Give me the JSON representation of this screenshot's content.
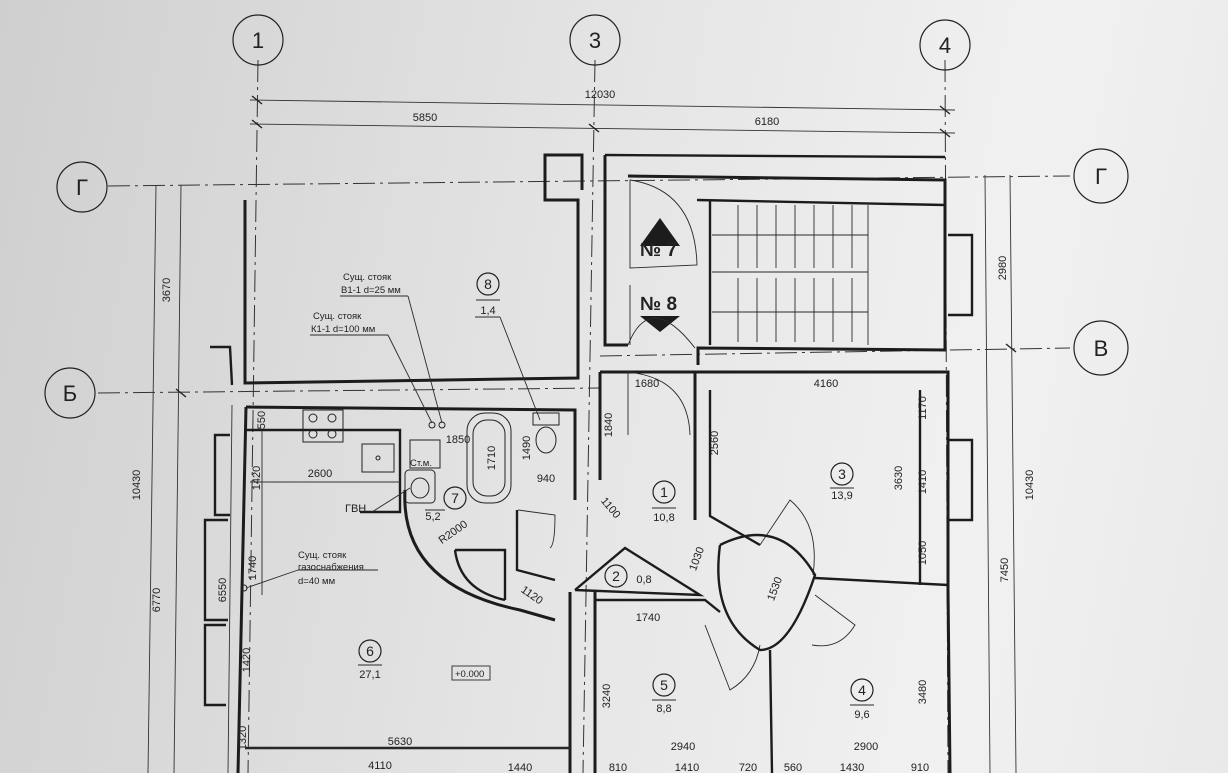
{
  "axes": {
    "x": [
      "1",
      "3",
      "4"
    ],
    "y": [
      "Г",
      "Б",
      "В",
      "Г"
    ]
  },
  "dims": {
    "top_total": "12030",
    "top_left": "5850",
    "top_right": "6180",
    "left_outer_total": "10430",
    "left_outer_upper": "3670",
    "left_outer_lower": "6770",
    "left_inner": "6550",
    "right_outer_total": "10430",
    "right_outer_upper": "2980",
    "right_outer_lower": "7450",
    "kitchen_550": "550",
    "kitchen_1420_a": "1420",
    "kitchen_1740": "1740",
    "kitchen_1420_b": "1420",
    "kitchen_1320": "1320",
    "kitchen_2600": "2600",
    "bath_1850": "1850",
    "bath_1710": "1710",
    "wc_1490": "1490",
    "wc_940": "940",
    "hall_1680": "1680",
    "hall_1840": "1840",
    "hall_1100": "1100",
    "hall_2560": "2560",
    "room3_4160": "4160",
    "room3_1170": "1170",
    "room3_3630": "3630",
    "room3_1410": "1410",
    "room3_1050": "1050",
    "lobby_1030": "1030",
    "lobby_1530": "1530",
    "corr_1120": "1120",
    "room5_1740": "1740",
    "room5_3240": "3240",
    "room4_3480": "3480",
    "bottom_5630": "5630",
    "bottom_2940": "2940",
    "bottom_2900": "2900",
    "bottom_4110": "4110",
    "bottom_1440": "1440",
    "bottom_810": "810",
    "bottom_1410": "1410",
    "bottom_720": "720",
    "bottom_560": "560",
    "bottom_1430": "1430",
    "bottom_910": "910",
    "radius": "R2000"
  },
  "rooms": [
    {
      "num": "1",
      "area": "10,8"
    },
    {
      "num": "2",
      "area": "0,8"
    },
    {
      "num": "3",
      "area": "13,9"
    },
    {
      "num": "4",
      "area": "9,6"
    },
    {
      "num": "5",
      "area": "8,8"
    },
    {
      "num": "6",
      "area": "27,1"
    },
    {
      "num": "7",
      "area": "5,2"
    },
    {
      "num": "8",
      "area": "1,4"
    }
  ],
  "notes": {
    "riser_water_1": "Сущ. стояк",
    "riser_water_2": "В1-1 d=25 мм",
    "riser_sewer_1": "Сущ. стояк",
    "riser_sewer_2": "К1-1 d=100 мм",
    "riser_gas_1": "Сущ. стояк",
    "riser_gas_2": "газоснабжения",
    "riser_gas_3": "d=40 мм",
    "washer": "Ст.м.",
    "heater": "ГВН",
    "level": "+0.000"
  },
  "stairs": {
    "up": "№ 7",
    "down": "№ 8"
  }
}
